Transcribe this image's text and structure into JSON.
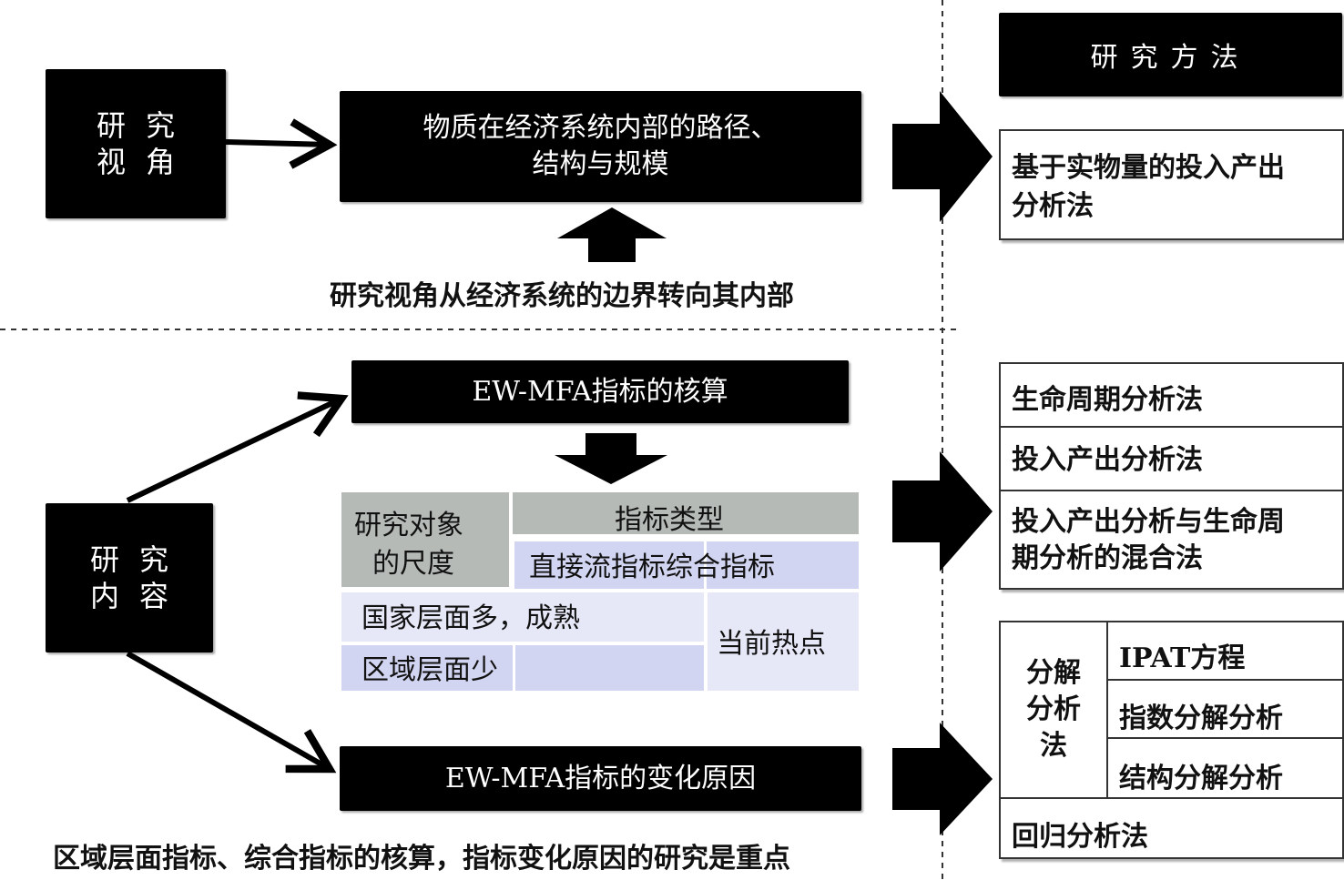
{
  "perspective": {
    "label": "研 究 视 角",
    "lines": [
      "研究",
      "视角"
    ],
    "box_lines": [
      "物质在经济系统内部的路径、",
      "结构与规模"
    ],
    "caption": "研究视角从经济系统的边界转向其内部"
  },
  "methods": {
    "header": "研究方法",
    "top": [
      "基于实物量的投入产出",
      "分析法"
    ],
    "middle": [
      [
        "生命周期分析法"
      ],
      [
        "投入产出分析法"
      ],
      [
        "投入产出分析与生命周",
        "期分析的混合法"
      ]
    ],
    "bottom": {
      "group_label": [
        "分解",
        "分析",
        "法"
      ],
      "group_items": [
        "IPAT方程",
        "指数分解分析",
        "结构分解分析"
      ],
      "last": "回归分析法"
    }
  },
  "content": {
    "lines": [
      "研究",
      "内容"
    ],
    "upper_box": "EW-MFA指标的核算",
    "lower_box": "EW-MFA指标的变化原因",
    "caption": "区域层面指标、综合指标的核算，指标变化原因的研究是重点"
  },
  "table": {
    "scale_header": [
      "研究对象",
      "的尺度"
    ],
    "type_header": "指标类型",
    "direct": "直接流指标",
    "composite": "综合指标",
    "national": "国家层面多，成熟",
    "regional": "区域层面少",
    "hotspot": "当前热点"
  },
  "colors": {
    "block": "#000000",
    "table_header": "#b5bab6",
    "table_blue": "#d2d5f1",
    "table_light": "#e6e8f8"
  }
}
